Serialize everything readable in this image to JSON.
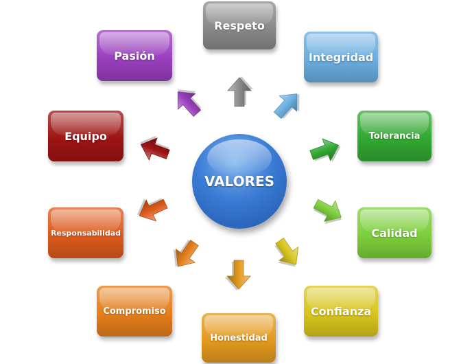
{
  "center": {
    "label": "VALORES",
    "color": "#2f6fc6"
  },
  "values": [
    {
      "id": "respeto",
      "label": "Respeto",
      "color": "#8a8a8a"
    },
    {
      "id": "integridad",
      "label": "Integridad",
      "color": "#6aaee0"
    },
    {
      "id": "tolerancia",
      "label": "Tolerancia",
      "color": "#32a832"
    },
    {
      "id": "calidad",
      "label": "Calidad",
      "color": "#7ccf3c"
    },
    {
      "id": "confianza",
      "label": "Confianza",
      "color": "#d9c51e"
    },
    {
      "id": "honestidad",
      "label": "Honestidad",
      "color": "#e39a1e"
    },
    {
      "id": "compromiso",
      "label": "Compromiso",
      "color": "#e47f1c"
    },
    {
      "id": "responsabilidad",
      "label": "Responsabilidad",
      "color": "#dd5a1c"
    },
    {
      "id": "equipo",
      "label": "Equipo",
      "color": "#9e1414"
    },
    {
      "id": "pasion",
      "label": "Pasión",
      "color": "#9a3fbe"
    }
  ]
}
